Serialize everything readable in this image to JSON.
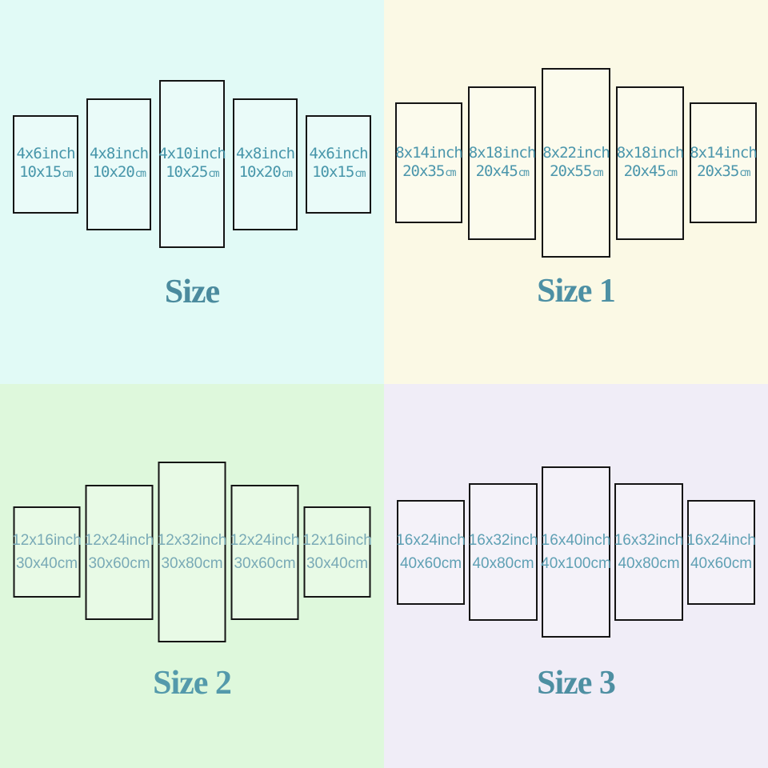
{
  "accent_colors": {
    "panel_border": "#141414",
    "title_teal": "#4d8fa2",
    "label_teal_top": "#4796aa",
    "label_teal_bottom_left": "#79aab6",
    "label_teal_bottom_right": "#5fa0b4",
    "bg_top_left": "#e1faf6",
    "bg_top_right": "#fbf9e5",
    "bg_bottom_left": "#def8dc",
    "bg_bottom_right": "#f0edf7"
  },
  "quadrants": [
    {
      "title": "Size",
      "panels": [
        {
          "line1": "4x6inch",
          "line2": "10x15",
          "unit": "cm"
        },
        {
          "line1": "4x8inch",
          "line2": "10x20",
          "unit": "cm"
        },
        {
          "line1": "4x10inch",
          "line2": "10x25",
          "unit": "cm"
        },
        {
          "line1": "4x8inch",
          "line2": "10x20",
          "unit": "cm"
        },
        {
          "line1": "4x6inch",
          "line2": "10x15",
          "unit": "cm"
        }
      ]
    },
    {
      "title": "Size 1",
      "panels": [
        {
          "line1": "8x14inch",
          "line2": "20x35",
          "unit": "cm"
        },
        {
          "line1": "8x18inch",
          "line2": "20x45",
          "unit": "cm"
        },
        {
          "line1": "8x22inch",
          "line2": "20x55",
          "unit": "cm"
        },
        {
          "line1": "8x18inch",
          "line2": "20x45",
          "unit": "cm"
        },
        {
          "line1": "8x14inch",
          "line2": "20x35",
          "unit": "cm"
        }
      ]
    },
    {
      "title": "Size 2",
      "panels": [
        {
          "line1": "12x16inch",
          "line2": "30x40",
          "unit": "cm"
        },
        {
          "line1": "12x24inch",
          "line2": "30x60",
          "unit": "cm"
        },
        {
          "line1": "12x32inch",
          "line2": "30x80",
          "unit": "cm"
        },
        {
          "line1": "12x24inch",
          "line2": "30x60",
          "unit": "cm"
        },
        {
          "line1": "12x16inch",
          "line2": "30x40",
          "unit": "cm"
        }
      ]
    },
    {
      "title": "Size 3",
      "panels": [
        {
          "line1": "16x24inch",
          "line2": "40x60",
          "unit": "cm"
        },
        {
          "line1": "16x32inch",
          "line2": "40x80",
          "unit": "cm"
        },
        {
          "line1": "16x40inch",
          "line2": "40x100",
          "unit": "cm"
        },
        {
          "line1": "16x32inch",
          "line2": "40x80",
          "unit": "cm"
        },
        {
          "line1": "16x24inch",
          "line2": "40x60",
          "unit": "cm"
        }
      ]
    }
  ]
}
